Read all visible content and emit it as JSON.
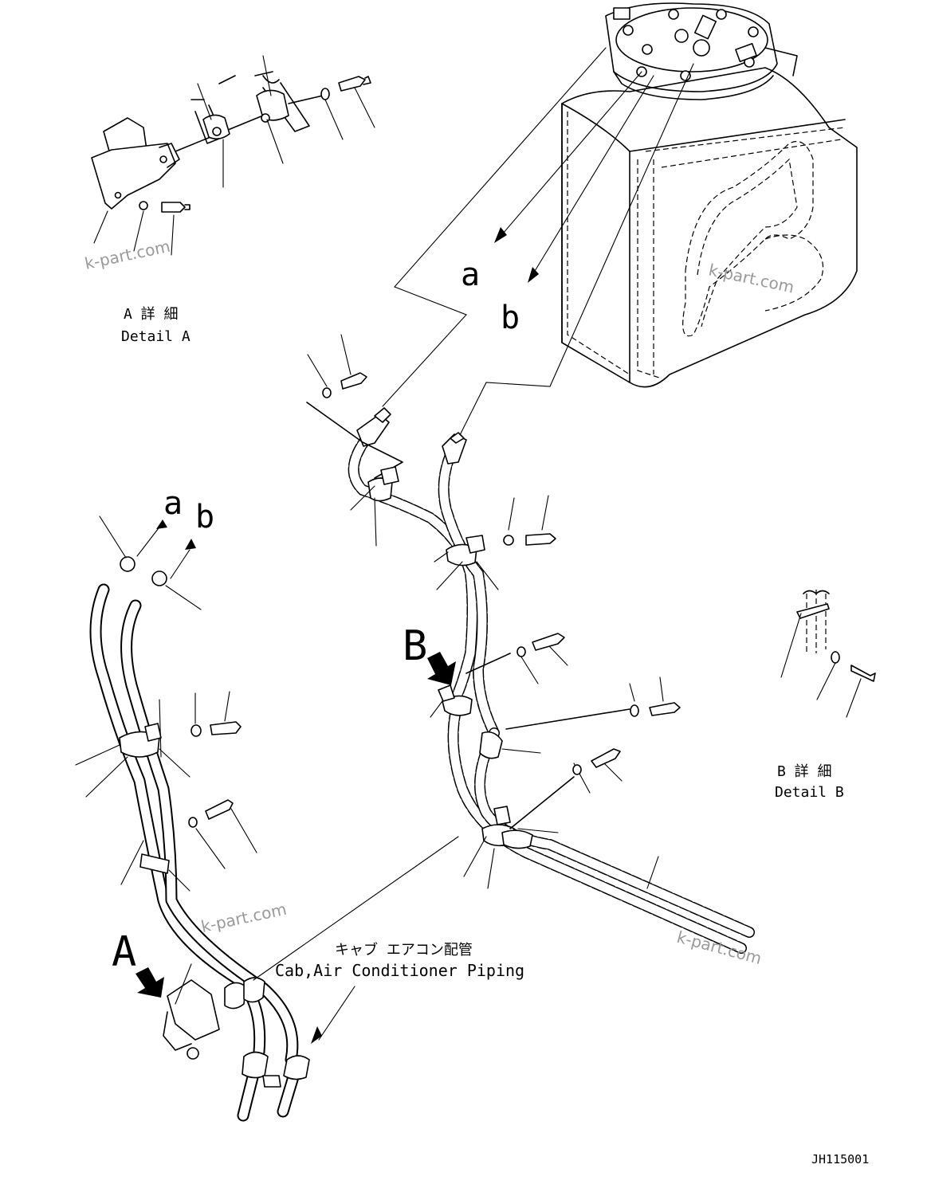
{
  "labels": {
    "callout_a_upper": "a",
    "callout_b_upper": "b",
    "callout_a_lower": "a",
    "callout_b_lower": "b",
    "view_A": "A",
    "view_B": "B",
    "detail_a_jp": "A 詳 細",
    "detail_a_en": "Detail A",
    "detail_b_jp": "B 詳 細",
    "detail_b_en": "Detail B",
    "piping_jp": "キャブ エアコン配管",
    "piping_en": "Cab,Air Conditioner Piping",
    "drawing_number": "JH115001"
  },
  "watermarks": [
    "k-part.com",
    "k-part.com",
    "k-part.com",
    "k-part.com"
  ]
}
